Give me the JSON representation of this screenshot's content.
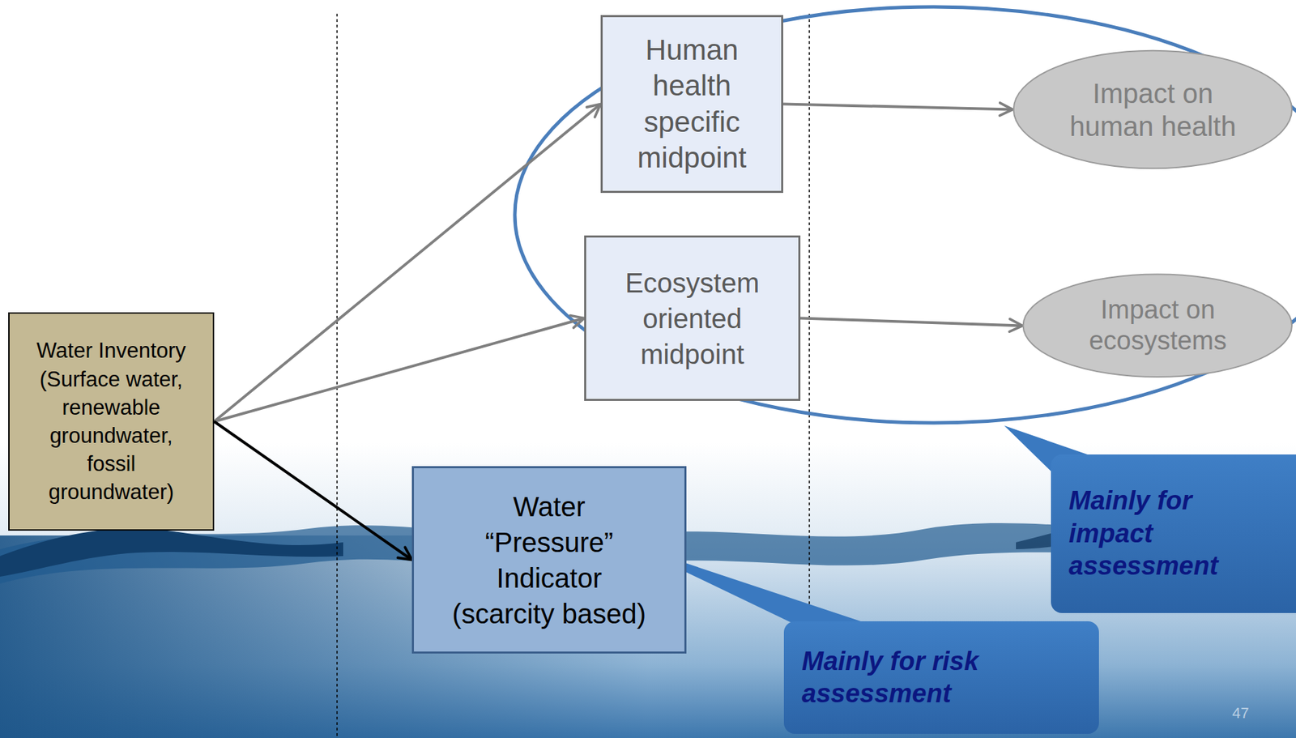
{
  "diagram": {
    "nodes": [
      {
        "text": [
          "Water Inventory (Surface water, renewable groundwater, fossil groundwater)"
        ]
      },
      {
        "text": [
          "Human health specific midpoint"
        ]
      },
      {
        "text": [
          "Ecosystem oriented midpoint"
        ]
      },
      {
        "text": [
          "Water “Pressure” Indicator (scarcity based)"
        ]
      },
      {
        "text": [
          "Impact on human health"
        ]
      },
      {
        "text": [
          "Impact on ecosystems"
        ]
      },
      {
        "text": [
          "Mainly for impact assessment"
        ]
      },
      {
        "text": [
          "Mainly for risk assessment"
        ]
      }
    ],
    "edges": [
      {
        "from": 0,
        "to": 1,
        "arrow": "to"
      },
      {
        "from": 0,
        "to": 2,
        "arrow": "to"
      },
      {
        "from": 0,
        "to": 3,
        "arrow": "to"
      },
      {
        "from": 1,
        "to": 4,
        "arrow": "to"
      },
      {
        "from": 2,
        "to": 5,
        "arrow": "to"
      }
    ],
    "labels": [
      "47"
    ]
  }
}
